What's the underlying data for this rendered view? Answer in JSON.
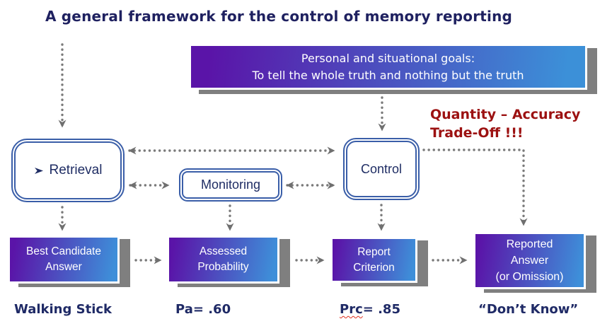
{
  "title": "A general framework for the control of memory reporting",
  "goals_text": "Personal and situational goals:\nTo tell the whole truth and nothing but the truth",
  "tradeoff_note": "Quantity – Accuracy\nTrade-Off !!!",
  "process_boxes": {
    "retrieval": "Retrieval",
    "monitoring": "Monitoring",
    "control": "Control"
  },
  "output_boxes": {
    "best_candidate": "Best Candidate\nAnswer",
    "assessed_probability": "Assessed\nProbability",
    "report_criterion": "Report\nCriterion",
    "reported_answer": "Reported\nAnswer\n(or Omission)"
  },
  "examples": {
    "best_candidate": "Walking Stick",
    "assessed_probability": "Pa= .60",
    "report_criterion": {
      "misspelled": "Prc",
      "rest": "= .85"
    },
    "reported_answer": "“Don’t Know”"
  },
  "icons": {
    "retrieval_bullet": "➢"
  },
  "colors": {
    "title_navy": "#1f2160",
    "node_border_blue": "#3a5ea8",
    "node_text_navy": "#1f2d64",
    "gradient_purple": "#5a14a8",
    "gradient_blue": "#3c90d8",
    "shadow_gray": "#7f7f7f",
    "arrow_gray": "#7a7a7a",
    "note_red": "#9c1111"
  }
}
